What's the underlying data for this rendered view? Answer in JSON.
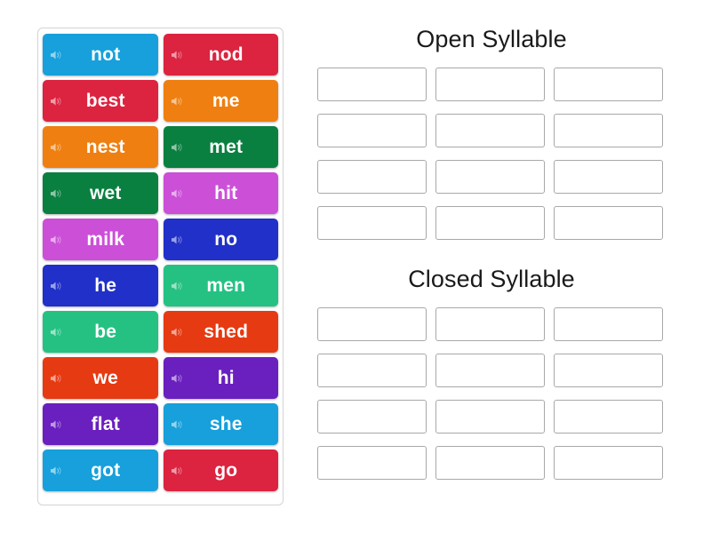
{
  "activity": {
    "type": "word-sort-drag-and-drop",
    "icon_name": "speaker-icon"
  },
  "tiles": [
    {
      "word": "not",
      "color": "#17A0DB"
    },
    {
      "word": "nod",
      "color": "#DC2340"
    },
    {
      "word": "best",
      "color": "#DC2340"
    },
    {
      "word": "me",
      "color": "#EF7F10"
    },
    {
      "word": "nest",
      "color": "#EF7F10"
    },
    {
      "word": "met",
      "color": "#0A8040"
    },
    {
      "word": "wet",
      "color": "#0A8040"
    },
    {
      "word": "hit",
      "color": "#CC4FD8"
    },
    {
      "word": "milk",
      "color": "#CC4FD8"
    },
    {
      "word": "no",
      "color": "#2030C8"
    },
    {
      "word": "he",
      "color": "#2030C8"
    },
    {
      "word": "men",
      "color": "#25C183"
    },
    {
      "word": "be",
      "color": "#25C183"
    },
    {
      "word": "shed",
      "color": "#E63A12"
    },
    {
      "word": "we",
      "color": "#E63A12"
    },
    {
      "word": "hi",
      "color": "#6A1FBF"
    },
    {
      "word": "flat",
      "color": "#6A1FBF"
    },
    {
      "word": "she",
      "color": "#17A0DB"
    },
    {
      "word": "got",
      "color": "#17A0DB"
    },
    {
      "word": "go",
      "color": "#DC2340"
    }
  ],
  "categories": [
    {
      "title": "Open Syllable",
      "zone_count": 12,
      "zones": [
        "",
        "",
        "",
        "",
        "",
        "",
        "",
        "",
        "",
        "",
        "",
        ""
      ]
    },
    {
      "title": "Closed Syllable",
      "zone_count": 12,
      "zones": [
        "",
        "",
        "",
        "",
        "",
        "",
        "",
        "",
        "",
        "",
        "",
        ""
      ]
    }
  ],
  "colors": {
    "sky_blue": "#17A0DB",
    "crimson": "#DC2340",
    "orange": "#EF7F10",
    "green": "#0A8040",
    "orchid": "#CC4FD8",
    "royal_blue": "#2030C8",
    "mint": "#25C183",
    "orange_red": "#E63A12",
    "violet": "#6A1FBF",
    "panel_border": "#d4d4d4",
    "zone_border": "#a8a8a8",
    "title_text": "#1a1a1a",
    "tile_text": "#ffffff"
  }
}
